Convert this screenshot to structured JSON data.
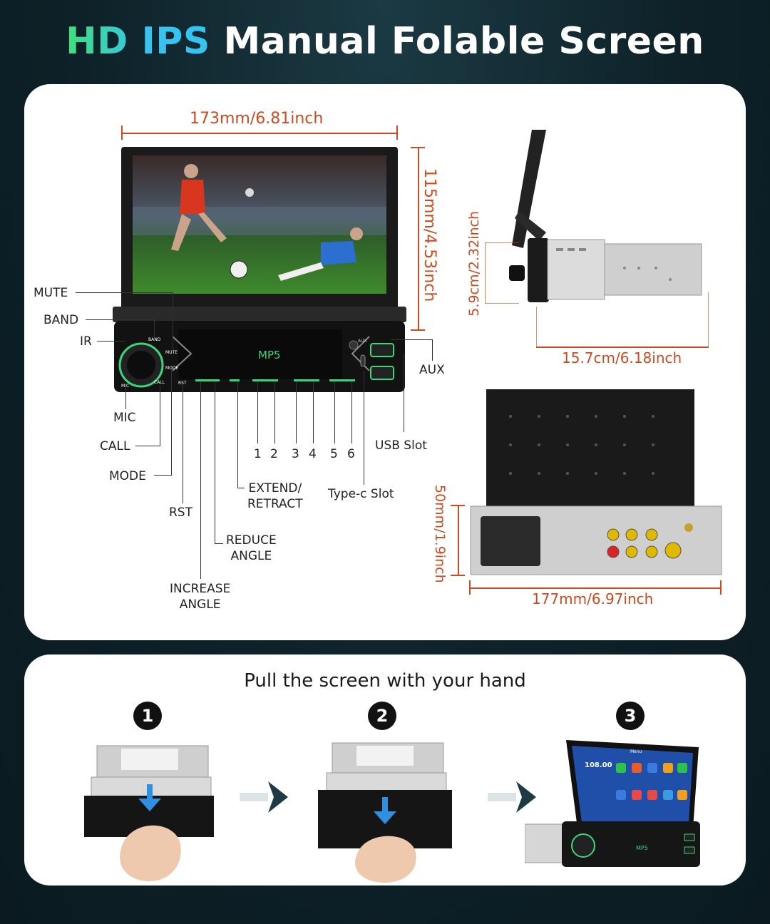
{
  "title": {
    "hd": "HD",
    "ips": "IPS",
    "rest": "Manual Folable Screen"
  },
  "dimensions": {
    "front_width": "173mm/6.81inch",
    "front_height": "115mm/4.53inch",
    "side_height": "5.9cm/2.32inch",
    "side_depth": "15.7cm/6.18inch",
    "back_height": "50mm/1.9inch",
    "back_width": "177mm/6.97inch"
  },
  "unit": {
    "screen_label": "MP5",
    "aux_small": "AUX"
  },
  "callouts": {
    "mute": "MUTE",
    "band": "BAND",
    "ir": "IR",
    "mic": "MIC",
    "call": "CALL",
    "mode": "MODE",
    "rst": "RST",
    "increase_angle": "INCREASE\nANGLE",
    "reduce_angle": "REDUCE\nANGLE",
    "extend_retract": "EXTEND/\nRETRACT",
    "presets": [
      "1",
      "2",
      "3",
      "4",
      "5",
      "6"
    ],
    "typec": "Type-c Slot",
    "usb": "USB Slot",
    "aux": "AUX"
  },
  "panel_button_labels": {
    "band": "BAND",
    "mute": "MUTE",
    "mode": "MODE",
    "call": "CALL",
    "mic": "MIC",
    "rst": "RST"
  },
  "instructions": {
    "heading": "Pull the screen with your hand",
    "steps": [
      "1",
      "2",
      "3"
    ]
  },
  "step3_screen": {
    "time": "108.00",
    "menu": "Menu"
  },
  "colors": {
    "accent_orange": "#d2491d",
    "title_green": "#3ee07a",
    "title_blue": "#36c3f0",
    "button_green": "#39d67a"
  }
}
